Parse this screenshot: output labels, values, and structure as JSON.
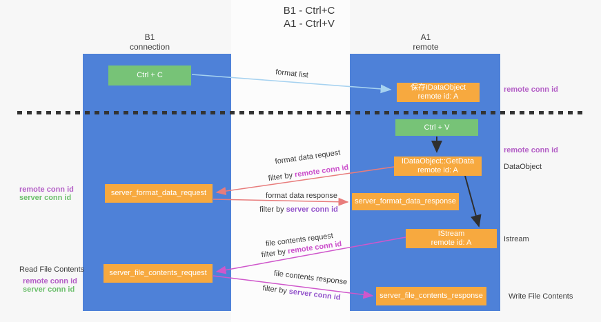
{
  "title": {
    "line1": "B1 - Ctrl+C",
    "line2": "A1 - Ctrl+V"
  },
  "lanes": {
    "b1": {
      "name": "B1",
      "subtitle": "connection"
    },
    "a1": {
      "name": "A1",
      "subtitle": "remote"
    }
  },
  "nodes": {
    "ctrl_c": "Ctrl + C",
    "ctrl_v": "Ctrl + V",
    "save_idataobject": {
      "line1": "保存IDataObject",
      "line2": "remote id: A"
    },
    "getdata": {
      "line1": "IDataObject::GetData",
      "line2": "remote id: A"
    },
    "istream": {
      "line1": "IStream",
      "line2": "remote id: A"
    },
    "format_request": "server_format_data_request",
    "format_response": "server_format_data_response",
    "file_request": "server_file_contents_request",
    "file_response": "server_file_contents_response"
  },
  "flow_labels": {
    "format_list": "format list",
    "format_data_request": "format data request",
    "format_data_response": "format data response",
    "file_contents_request": "file contents request",
    "file_contents_response": "file contents response",
    "filter_by": "filter by ",
    "remote_conn_id": "remote conn id",
    "server_conn_id": "server conn id"
  },
  "side_labels": {
    "remote_conn_id": "remote conn id",
    "server_conn_id": "server conn id",
    "dataobject": "DataObject",
    "istream": "Istream",
    "read_file_contents": "Read File Contents",
    "write_file_contents": "Write File Contents"
  },
  "colors": {
    "lane_blue": "#4e81d8",
    "node_green": "#77c377",
    "node_orange": "#f7a93f",
    "arrow_light_blue": "#a6d2f0",
    "arrow_salmon": "#e87c7c",
    "arrow_magenta": "#cf57cb",
    "arrow_black": "#2f2f2f",
    "boundary_dash": "#333333",
    "text_remote_purple": "#b35ec6",
    "text_server_green": "#6cbf6c",
    "inline_remote_magenta": "#cb4fcb",
    "inline_server_purple": "#9353cb"
  }
}
